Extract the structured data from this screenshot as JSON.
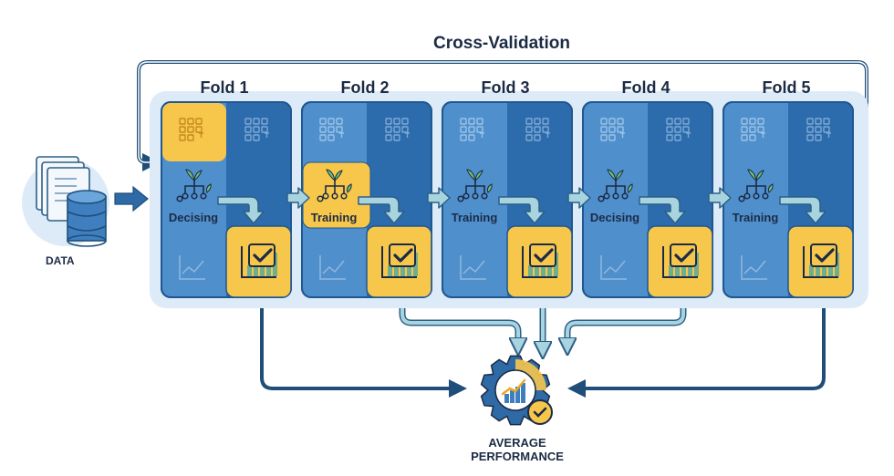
{
  "title": "Cross-Validation",
  "data_label": "DATA",
  "folds": [
    {
      "title": "Fold 1",
      "step_label": "Decising",
      "highlight": "test"
    },
    {
      "title": "Fold 2",
      "step_label": "Training",
      "highlight": "train"
    },
    {
      "title": "Fold 3",
      "step_label": "Training",
      "highlight": "none"
    },
    {
      "title": "Fold 4",
      "step_label": "Decising",
      "highlight": "none"
    },
    {
      "title": "Fold 5",
      "step_label": "Training",
      "highlight": "none"
    }
  ],
  "result": {
    "line1": "AVERAGE",
    "line2": "PERFORMANCE"
  },
  "colors": {
    "panel_light": "#4f8fcc",
    "panel_dark": "#2c6cad",
    "panel_border": "#1f5791",
    "panel_halo": "#dcebf7",
    "highlight": "#f7c74c",
    "arrow_fill": "#a8d4e0",
    "arrow_stroke": "#2d5f86",
    "connector": "#1f4e79",
    "gear": "#2e6aa6",
    "text": "#1c2b45"
  },
  "icons": {
    "data": "documents-database-icon",
    "tree": "decision-tree-icon",
    "line_chart": "line-chart-icon",
    "bar_chart_check": "bar-chart-check-icon",
    "grid": "block-grid-icon",
    "result": "gear-performance-icon"
  }
}
